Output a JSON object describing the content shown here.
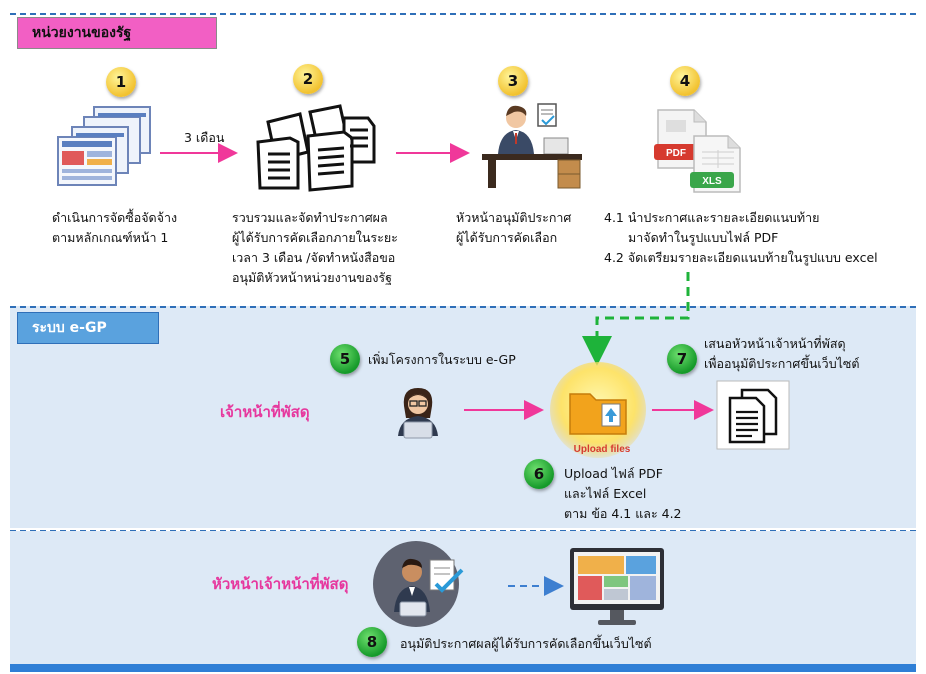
{
  "sections": {
    "gov_unit": "หน่วยงานของรัฐ",
    "egp": "ระบบ e-GP"
  },
  "roles": {
    "officer": "เจ้าหน้าที่พัสดุ",
    "head_officer": "หัวหน้าเจ้าหน้าที่พัสดุ"
  },
  "steps": {
    "s1": {
      "num": "1",
      "lines": [
        "ดำเนินการจัดซื้อจัดจ้าง",
        "ตามหลักเกณฑ์หน้า 1"
      ]
    },
    "s2": {
      "num": "2",
      "lines": [
        "รวบรวมและจัดทำประกาศผล",
        "ผู้ได้รับการคัดเลือกภายในระยะ",
        "เวลา 3 เดือน /จัดทำหนังสือขอ",
        "อนุมัติหัวหน้าหน่วยงานของรัฐ"
      ]
    },
    "s3": {
      "num": "3",
      "lines": [
        "หัวหน้าอนุมัติประกาศ",
        "ผู้ได้รับการคัดเลือก"
      ]
    },
    "s4": {
      "num": "4",
      "lines": [
        "4.1 นำประกาศและรายละเอียดแนบท้าย",
        "มาจัดทำในรูปแบบไฟล์ PDF",
        "4.2 จัดเตรียมรายละเอียดแนบท้ายในรูปแบบ excel"
      ]
    },
    "s5": {
      "num": "5",
      "lines": [
        "เพิ่มโครงการในระบบ e-GP"
      ]
    },
    "s6": {
      "num": "6",
      "lines": [
        "Upload ไฟล์ PDF",
        "และไฟล์ Excel",
        "ตาม ข้อ 4.1 และ 4.2"
      ]
    },
    "s7": {
      "num": "7",
      "lines": [
        "เสนอหัวหน้าเจ้าหน้าที่พัสดุ",
        "เพื่ออนุมัติประกาศขึ้นเว็บไซต์"
      ]
    },
    "s8": {
      "num": "8",
      "lines": [
        "อนุมัติประกาศผลผู้ได้รับการคัดเลือกขึ้นเว็บไซต์"
      ]
    }
  },
  "arrow_labels": {
    "a1": "3 เดือน"
  },
  "icons": {
    "pdf": "PDF",
    "xls": "XLS",
    "upload": "Upload files"
  },
  "colors": {
    "pink_arrow": "#f0389a",
    "green_arrow": "#1eb33a",
    "blue_arrow": "#3d7fd0",
    "band": "#dde9f6",
    "role_text": "#e6389e"
  }
}
